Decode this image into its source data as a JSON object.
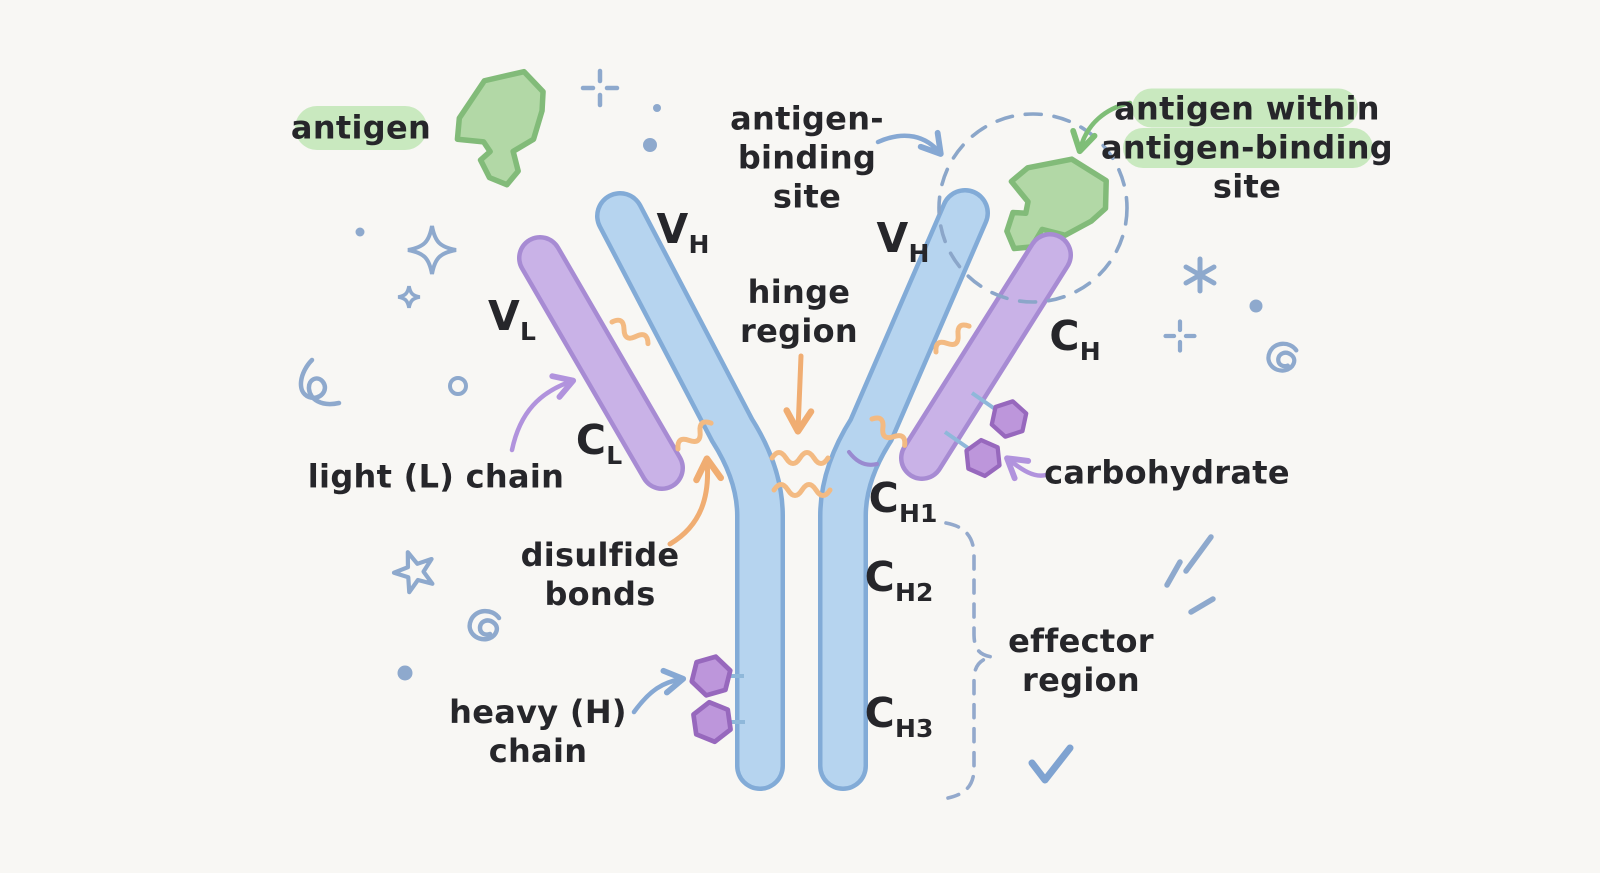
{
  "title": "Antibody (immunoglobulin) structure diagram",
  "colors": {
    "background": "#f8f7f4",
    "heavy_chain_fill": "#b6d4ef",
    "heavy_chain_border": "#82abd7",
    "light_chain_fill": "#c9b2e7",
    "light_chain_border": "#a78bd3",
    "antigen_fill": "#b2d8a6",
    "antigen_border": "#82bb79",
    "text_highlight_green": "#c9e9bf",
    "disulfide_orange": "#f3ba82",
    "carbohydrate_fill": "#bd96db",
    "carbohydrate_border": "#9768bd",
    "annotation_blue": "#8ea9cd",
    "arrow_purple": "#b193dd",
    "arrow_green": "#7fbe77",
    "text": "#26262a"
  },
  "labels": {
    "antigen": "antigen",
    "binding_site": {
      "l1": "antigen-",
      "l2": "binding",
      "l3": "site"
    },
    "antigen_within": {
      "l1": "antigen within",
      "l2": "antigen-binding",
      "l3": "site"
    },
    "vh": {
      "main": "V",
      "sub": "H"
    },
    "vl": {
      "main": "V",
      "sub": "L"
    },
    "cl": {
      "main": "C",
      "sub": "L"
    },
    "ch": {
      "main": "C",
      "sub": "H"
    },
    "ch1": {
      "main": "C",
      "sub": "H1"
    },
    "ch2": {
      "main": "C",
      "sub": "H2"
    },
    "ch3": {
      "main": "C",
      "sub": "H3"
    },
    "hinge": {
      "l1": "hinge",
      "l2": "region"
    },
    "light_chain": "light (L) chain",
    "disulfide": {
      "l1": "disulfide",
      "l2": "bonds"
    },
    "carbohydrate": "carbohydrate",
    "heavy_chain": {
      "l1": "heavy (H)",
      "l2": "chain"
    },
    "effector": {
      "l1": "effector",
      "l2": "region"
    }
  }
}
